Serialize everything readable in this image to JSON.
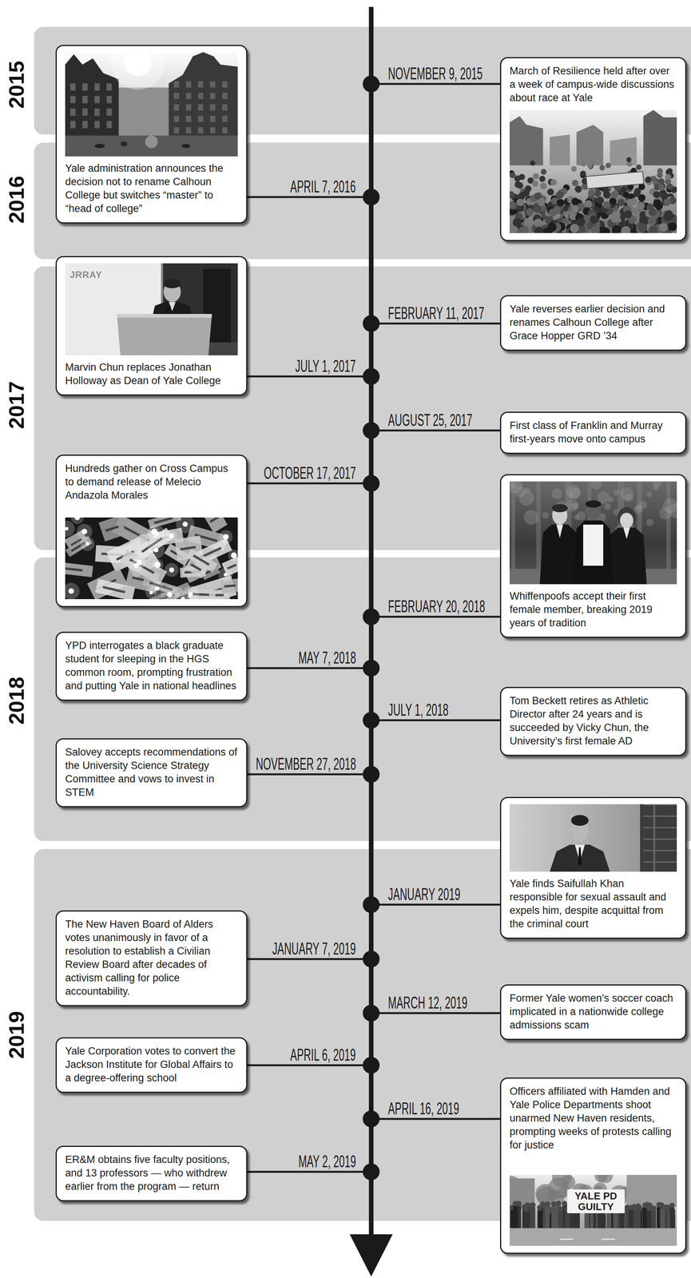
{
  "diagram": {
    "nodes": [
      {
        "text": [
          "2015"
        ]
      },
      {
        "text": [
          "March of Resilience held after over a week of campus-wide discussions about race at Yale"
        ]
      },
      {
        "text": [
          "2016"
        ]
      },
      {
        "text": [
          "Yale administration announces the decision not to rename Calhoun College but switches “master” to “head of college”"
        ]
      },
      {
        "text": [
          "2017"
        ]
      },
      {
        "text": [
          "Yale reverses earlier decision and renames Calhoun College after Grace Hopper GRD ’34"
        ],
        "in": 4
      },
      {
        "text": [
          "Marvin Chun replaces Jonathan Holloway as Dean of Yale College"
        ]
      },
      {
        "text": [
          "First class of Franklin and Murray first-years move onto campus"
        ],
        "in": 4
      },
      {
        "text": [
          "Hundreds gather on Cross Campus to demand release of Melecio Andazola Morales"
        ]
      },
      {
        "text": [
          "2018"
        ]
      },
      {
        "text": [
          "Whiffenpoofs accept their first female member, breaking 2019 years of tradition"
        ]
      },
      {
        "text": [
          "YPD interrogates a black graduate student for sleeping in the HGS common room, prompting frustration and putting Yale in national headlines"
        ],
        "in": 9
      },
      {
        "text": [
          "Tom Beckett retires as Athletic Director after 24 years and is succeeded by Vicky Chun, the University’s first female AD"
        ],
        "in": 9
      },
      {
        "text": [
          "Salovey accepts recommendations of the University Science Strategy Committee and vows to invest in STEM"
        ],
        "in": 9
      },
      {
        "text": [
          "2019"
        ]
      },
      {
        "text": [
          "Yale finds Saifullah Khan responsible for sexual assault and expels him, despite acquittal from the criminal court"
        ]
      },
      {
        "text": [
          "The New Haven Board of Alders votes unanimously in favor of a resolution to establish a Civilian Review Board after decades of activism calling for police accountability."
        ],
        "in": 14
      },
      {
        "text": [
          "Former Yale women’s soccer coach implicated in a nationwide college admissions scam"
        ],
        "in": 14
      },
      {
        "text": [
          "Yale Corporation votes to convert the Jackson Institute for Global Affairs to a degree-offering school"
        ],
        "in": 14
      },
      {
        "text": [
          "Officers affiliated with Hamden and Yale Police Departments shoot unarmed New Haven residents, prompting weeks of protests calling for justice"
        ]
      },
      {
        "text": [
          "ER&M obtains five faculty positions, and 13 professors — who withdrew earlier from the program — return"
        ],
        "in": 14
      }
    ],
    "labels": [
      "NOVEMBER 9, 2015",
      "APRIL 7, 2016",
      "JRRAY",
      "FEBRUARY 11, 2017",
      "JULY 1, 2017",
      "AUGUST 25, 2017",
      "OCTOBER 17, 2017",
      "FEBRUARY 20, 2018",
      "MAY 7, 2018",
      "JULY 1, 2018",
      "NOVEMBER 27, 2018",
      "JANUARY 2019",
      "JANUARY 7, 2019",
      "MARCH 12, 2019",
      "APRIL 6, 2019",
      "APRIL 16, 2019",
      "MAY 2, 2019",
      "YALE PD GUILTY"
    ]
  }
}
